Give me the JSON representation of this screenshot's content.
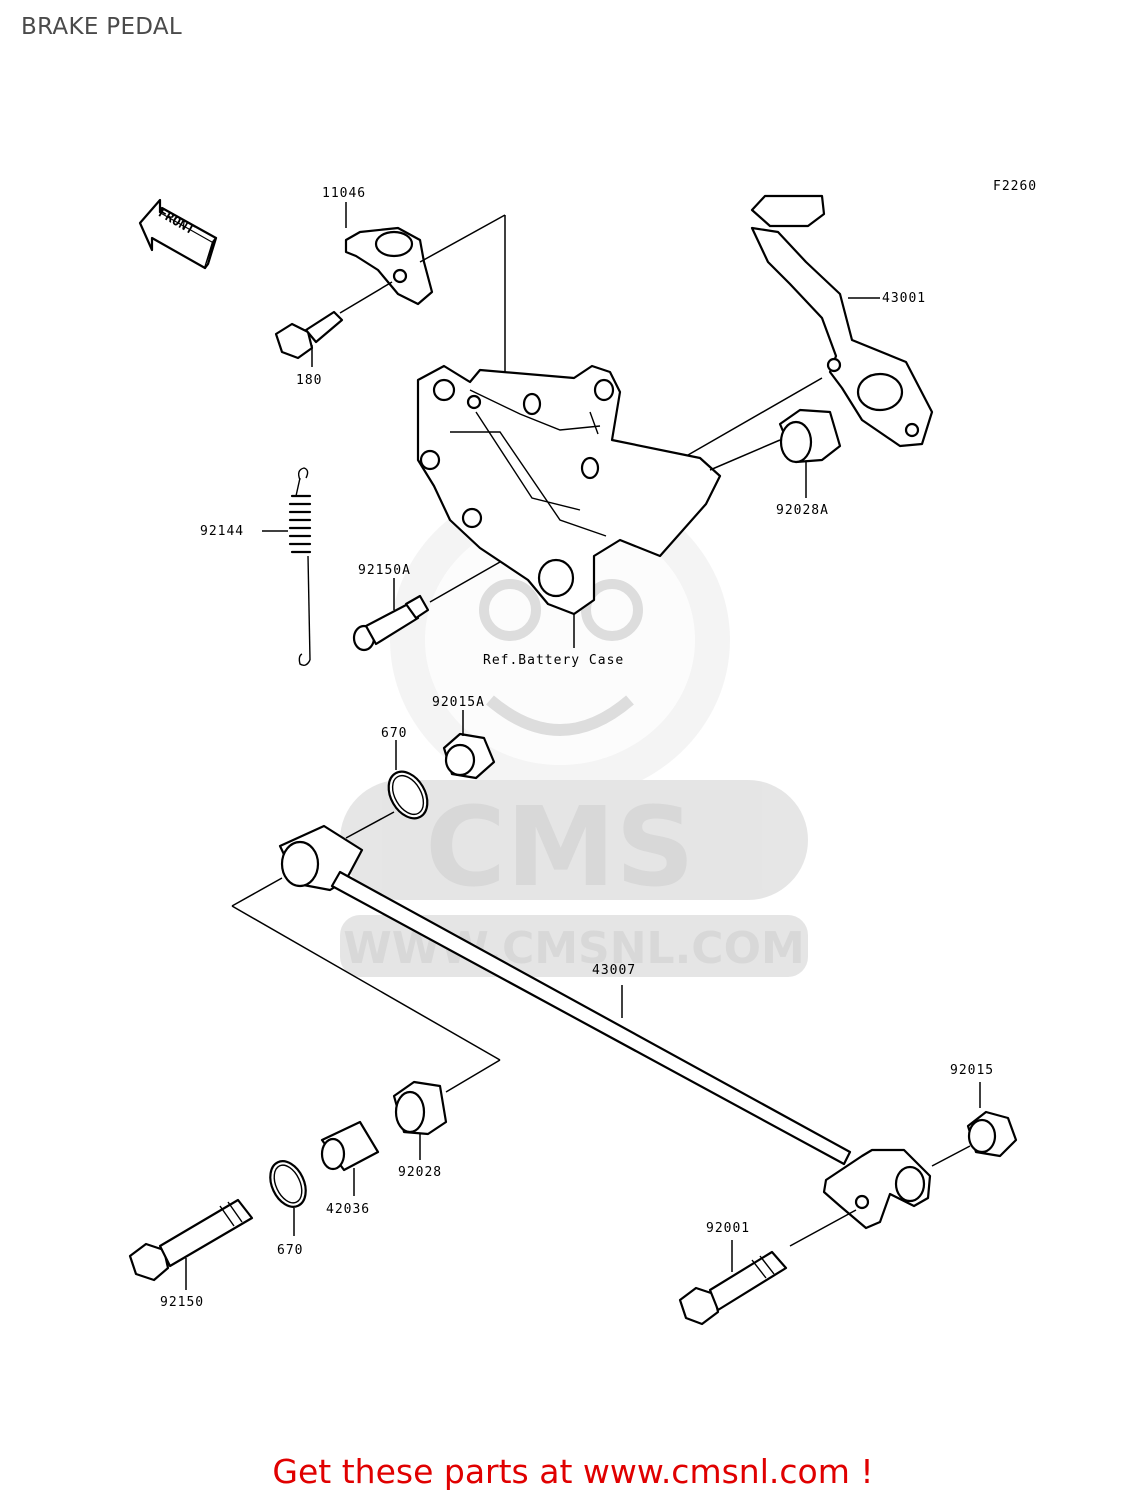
{
  "page": {
    "title": "BRAKE PEDAL"
  },
  "diagram": {
    "figure_code": "F2260",
    "front_label": "FRONT",
    "ref_note": "Ref.Battery Case",
    "parts": {
      "p11046": "11046",
      "p180": "180",
      "p43001": "43001",
      "p92144": "92144",
      "p92150A": "92150A",
      "p92028A": "92028A",
      "p92015A": "92015A",
      "p670_top": "670",
      "p43007": "43007",
      "p92015": "92015",
      "p92028": "92028",
      "p42036": "42036",
      "p670_bottom": "670",
      "p92150": "92150",
      "p92001": "92001"
    },
    "watermark": {
      "brand": "CMS",
      "url": "WWW.CMSNL.COM"
    }
  },
  "footer": {
    "link_text": "Get these parts at www.cmsnl.com !",
    "link_color": "#e00000"
  }
}
